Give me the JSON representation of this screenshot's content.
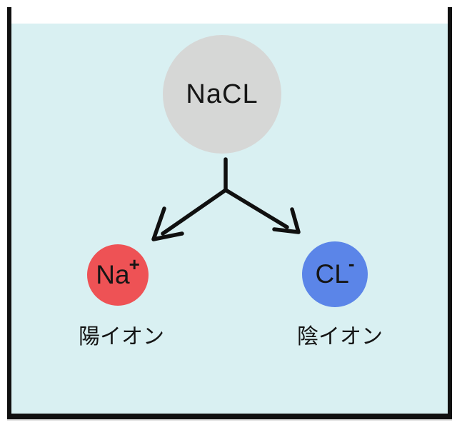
{
  "diagram": {
    "molecule": {
      "label": "NaCL"
    },
    "cation": {
      "symbol": "Na",
      "charge": "+",
      "caption": "陽イオン"
    },
    "anion": {
      "symbol": "CL",
      "charge": "-",
      "caption": "陰イオン"
    },
    "colors": {
      "water_fill": "#d9f0f2",
      "container_outline": "#101010",
      "molecule_fill": "#d6d7d6",
      "cation_fill": "#ee5255",
      "anion_fill": "#5b85e8",
      "text": "#141414"
    }
  }
}
